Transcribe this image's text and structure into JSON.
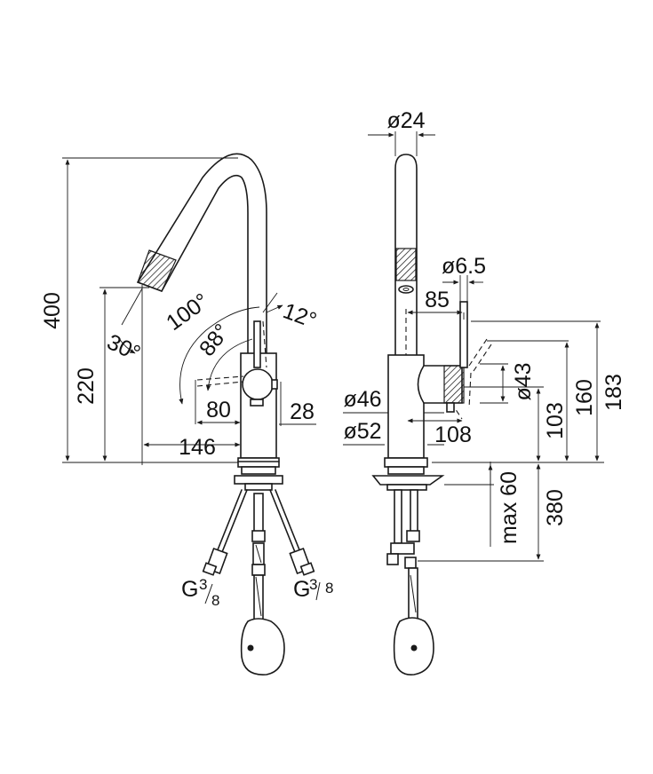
{
  "left_view": {
    "dims": {
      "d400": "400",
      "d220": "220",
      "d146": "146",
      "d80": "80",
      "d28": "28",
      "a100": "100°",
      "a88": "88°",
      "a12": "12°",
      "a30": "30°",
      "g_left": "G",
      "g_left_num": "3",
      "g_left_den": "8",
      "g_right": "G",
      "g_right_num": "3",
      "g_right_den": "8"
    }
  },
  "right_view": {
    "dims": {
      "d24": "ø24",
      "d65": "ø6.5",
      "d85": "85",
      "d46": "ø46",
      "d52": "ø52",
      "d43": "ø43",
      "d108": "108",
      "d103": "103",
      "d160": "160",
      "d183": "183",
      "max60": "max 60",
      "d380": "380"
    }
  }
}
